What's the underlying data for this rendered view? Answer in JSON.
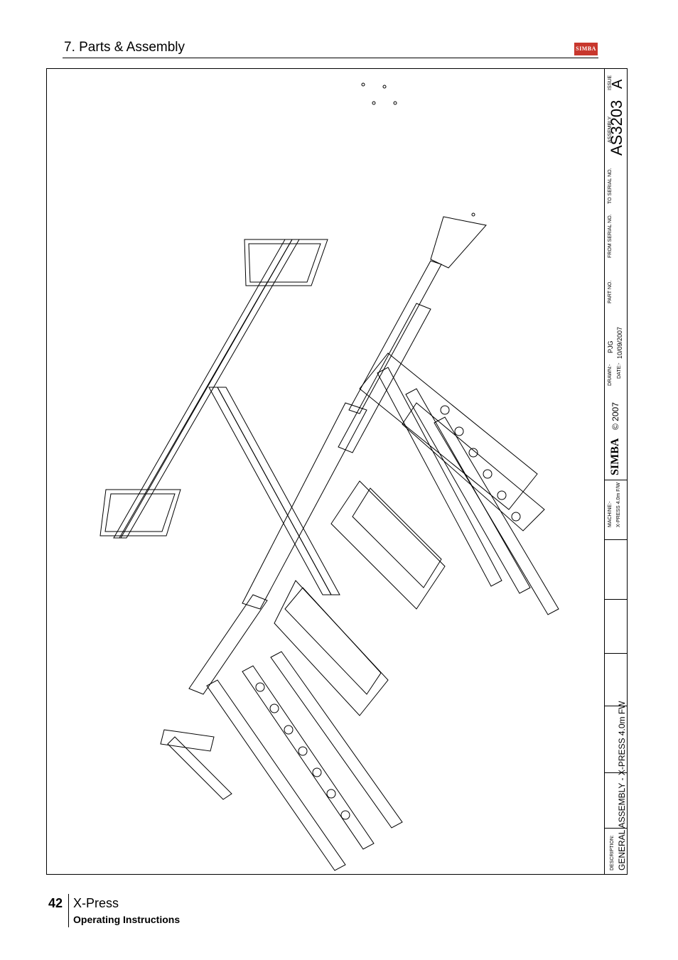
{
  "header": {
    "section_title": "7. Parts & Assembly",
    "logo_text": "SIMBA"
  },
  "title_block": {
    "description_label": "DESCRIPTION:",
    "description_value": "GENERAL ASSEMBLY - X-PRESS 4.0m FW",
    "machine_label": "MACHINE:-",
    "machine_value": "X-PRESS 4.0m F/W",
    "logo_text": "SIMBA",
    "copyright": "© 2007",
    "drawn_label": "DRAWN:-",
    "drawn_value": "PJG",
    "date_label": "DATE:-",
    "date_value": "10/09/2007",
    "part_no_label": "PART NO.",
    "from_serial_label": "FROM SERIAL NO.",
    "to_serial_label": "TO SERIAL NO.",
    "assembly_label": "ASSEMBLY",
    "assembly_value": "AS3203",
    "issue_label": "ISSUE",
    "issue_value": "A"
  },
  "footer": {
    "page_number": "42",
    "product": "X-Press",
    "subtitle": "Operating Instructions"
  },
  "colors": {
    "brand_red": "#c8372d",
    "ink": "#000000"
  }
}
